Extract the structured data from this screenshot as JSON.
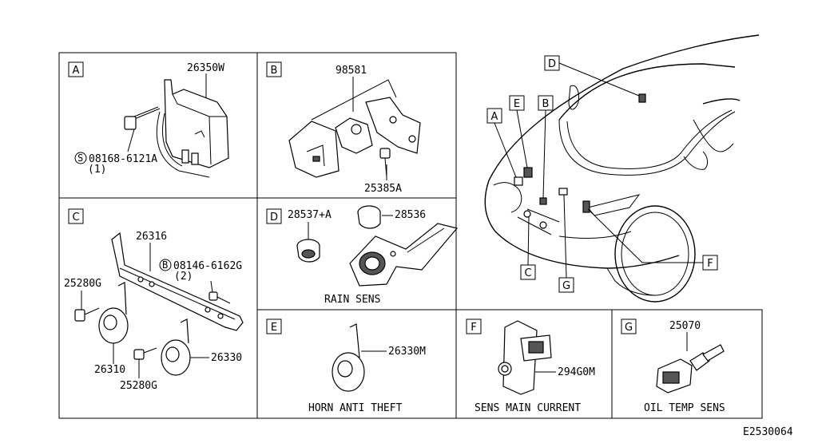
{
  "panels": {
    "A": {
      "letter": "A",
      "part_main": "26350W",
      "part_bolt": "08168-6121A",
      "bolt_qty": "(1)",
      "bolt_prefix": "S"
    },
    "B": {
      "letter": "B",
      "part_main": "98581",
      "part_bolt": "25385A"
    },
    "C": {
      "letter": "C",
      "part_bracket": "26316",
      "part_bolt_b": "08146-6162G",
      "bolt_b_qty": "(2)",
      "bolt_b_prefix": "B",
      "part_screw_top": "25280G",
      "part_horn_left": "26310",
      "part_screw_bottom": "25280G",
      "part_horn_right": "26330"
    },
    "D": {
      "letter": "D",
      "part_left": "28537+A",
      "part_right": "28536",
      "caption": "RAIN SENS"
    },
    "E": {
      "letter": "E",
      "part": "26330M",
      "caption": "HORN ANTI THEFT"
    },
    "F": {
      "letter": "F",
      "part": "294G0M",
      "caption": "SENS MAIN CURRENT"
    },
    "G": {
      "letter": "G",
      "part": "25070",
      "caption": "OIL TEMP SENS"
    }
  },
  "car_callouts": [
    "D",
    "A",
    "E",
    "B",
    "C",
    "G",
    "F"
  ],
  "figure_id": "E2530064"
}
